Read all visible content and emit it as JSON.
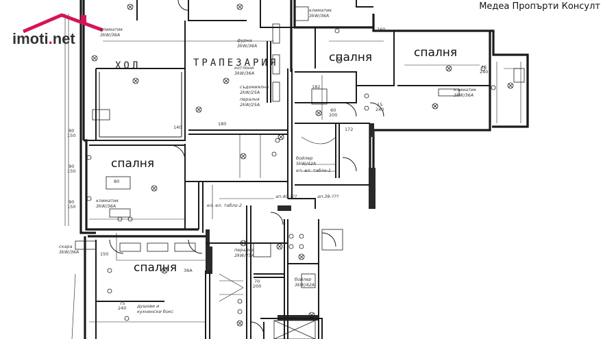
{
  "brand": {
    "logo_text_main": "imoti",
    "logo_text_dot": ".",
    "logo_text_tld": "net",
    "accent_color": "#d4145a"
  },
  "watermark": "Медеа Пропърти Консулт",
  "rooms": {
    "hol": "ХОЛ",
    "trapezaria": "ТРАПЕЗАРИЯ",
    "bedroom_top_mid": "спалня",
    "bedroom_top_right": "спалня",
    "bedroom_left": "спалня",
    "bedroom_bottom": "спалня"
  },
  "notes": {
    "klimatik_1": "климатик\n3kW/36A",
    "furna": "фурна\n3kW/36A",
    "kotloni": "котлони\n3kW/36A",
    "sudomiialna": "съдомиялна\n2kW/25A",
    "peralnia": "пералня\n2kW/25A",
    "klimatik_top": "климатик\n3kW/36A",
    "klimatik_right": "климатик\n3kW/36A",
    "boiler_1": "бойлер\n5kW/42A",
    "el_tablo_1": "ел. ел. табло-1",
    "klimatik_left": "климатик\n3kW/36A",
    "el_tablo_2": "ел. ел. табло-2",
    "skara": "скара\n3kW/36A",
    "dushove": "душове и\nкухненски бокс",
    "peralnia_2": "пералня\n2kW/25A",
    "boiler_2": "бойлер\n3kW/42A",
    "ap40": "ап.40-???",
    "ap39": "ап.39-???"
  },
  "dims": {
    "d_90_150_a": "90\n150",
    "d_90_150_b": "90\n150",
    "d_90_150_c": "90\n150",
    "d_140": "140",
    "d_180": "180",
    "d_15_240_a": "15\n240",
    "d_15_240_b": "15\n240",
    "d_60_200": "60\n200",
    "d_70_200": "70\n200",
    "d_75_240": "75\n240",
    "d_182": "182",
    "d_172": "172",
    "d_160": "160",
    "d_80": "80",
    "d_36a": "36A",
    "d_150": "150"
  }
}
